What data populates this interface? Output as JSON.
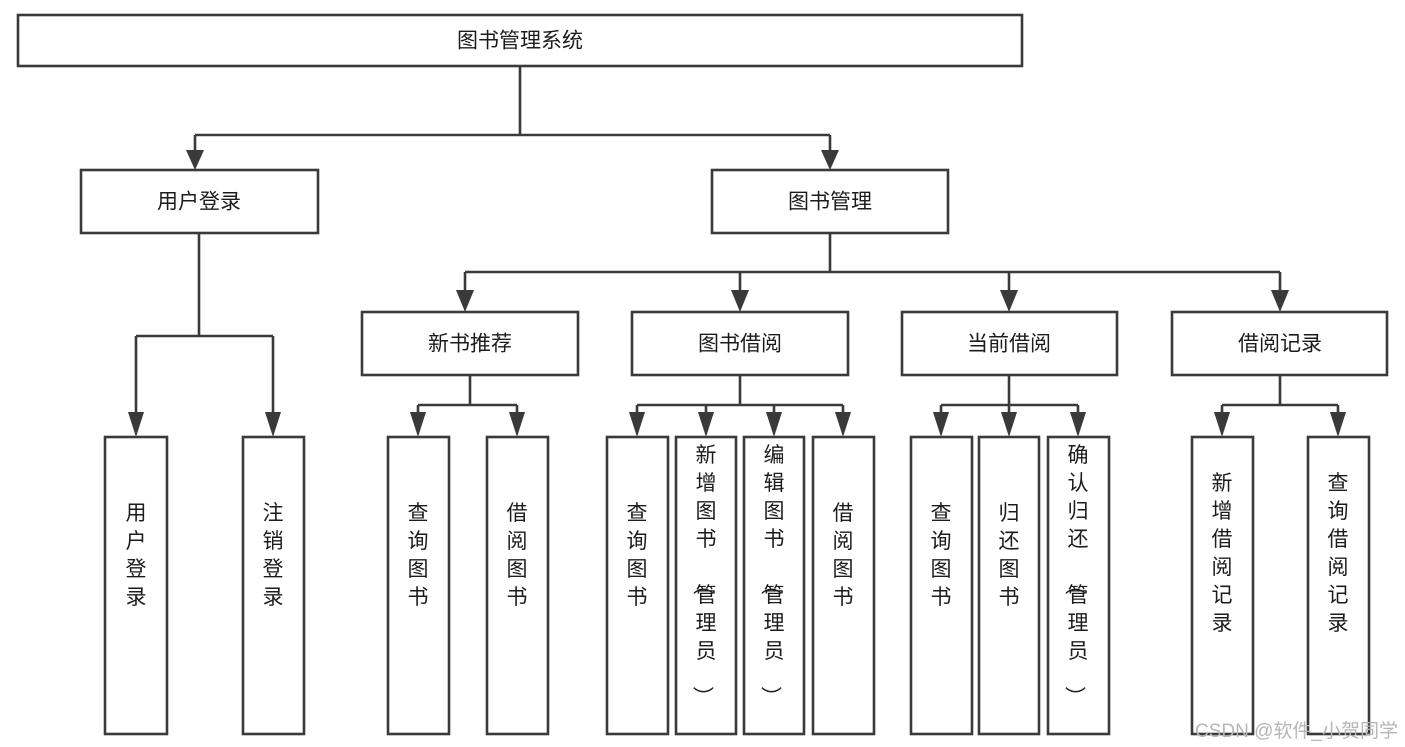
{
  "diagram": {
    "type": "tree",
    "title": "图书管理系统",
    "orientation": "top-down",
    "root": {
      "id": "root",
      "label": "图书管理系统",
      "text_orientation": "horizontal"
    },
    "level2": [
      {
        "id": "user-login",
        "label": "用户登录",
        "text_orientation": "horizontal"
      },
      {
        "id": "book-manage",
        "label": "图书管理",
        "text_orientation": "horizontal"
      }
    ],
    "level3": [
      {
        "id": "new-book-recommend",
        "label": "新书推荐",
        "parent": "book-manage",
        "text_orientation": "horizontal"
      },
      {
        "id": "book-borrow",
        "label": "图书借阅",
        "parent": "book-manage",
        "text_orientation": "horizontal"
      },
      {
        "id": "current-borrow",
        "label": "当前借阅",
        "parent": "book-manage",
        "text_orientation": "horizontal"
      },
      {
        "id": "borrow-record",
        "label": "借阅记录",
        "parent": "book-manage",
        "text_orientation": "horizontal"
      }
    ],
    "leaves": [
      {
        "id": "leaf-user-login",
        "label": "用户登录",
        "parent": "user-login",
        "text_orientation": "vertical"
      },
      {
        "id": "leaf-user-logout",
        "label": "注销登录",
        "parent": "user-login",
        "text_orientation": "vertical"
      },
      {
        "id": "leaf-query-book-rec",
        "label": "查询图书",
        "parent": "new-book-recommend",
        "text_orientation": "vertical"
      },
      {
        "id": "leaf-borrow-book-rec",
        "label": "借阅图书",
        "parent": "new-book-recommend",
        "text_orientation": "vertical"
      },
      {
        "id": "leaf-query-book-bor",
        "label": "查询图书",
        "parent": "book-borrow",
        "text_orientation": "vertical"
      },
      {
        "id": "leaf-add-book",
        "label": "新增图书（管理员）",
        "parent": "book-borrow",
        "text_orientation": "vertical"
      },
      {
        "id": "leaf-edit-book",
        "label": "编辑图书（管理员）",
        "parent": "book-borrow",
        "text_orientation": "vertical"
      },
      {
        "id": "leaf-borrow-book",
        "label": "借阅图书",
        "parent": "book-borrow",
        "text_orientation": "vertical"
      },
      {
        "id": "leaf-query-book-cur",
        "label": "查询图书",
        "parent": "current-borrow",
        "text_orientation": "vertical"
      },
      {
        "id": "leaf-return-book",
        "label": "归还图书",
        "parent": "current-borrow",
        "text_orientation": "vertical"
      },
      {
        "id": "leaf-confirm-return",
        "label": "确认归还（管理员）",
        "parent": "current-borrow",
        "text_orientation": "vertical"
      },
      {
        "id": "leaf-add-record",
        "label": "新增借阅记录",
        "parent": "borrow-record",
        "text_orientation": "vertical"
      },
      {
        "id": "leaf-query-record",
        "label": "查询借阅记录",
        "parent": "borrow-record",
        "text_orientation": "vertical"
      }
    ],
    "colors": {
      "background": "#ffffff",
      "box_fill": "#ffffff",
      "box_stroke": "#3a3a3a",
      "text": "#1c1c1c",
      "watermark": "#b6b6b6"
    }
  },
  "watermark": {
    "label": "CSDN @软件_小贺同学"
  }
}
